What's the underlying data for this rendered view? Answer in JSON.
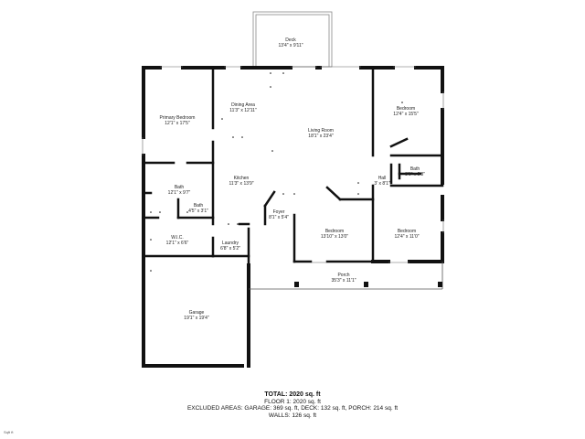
{
  "rooms": {
    "deck": {
      "name": "Deck",
      "dims": "13'4\" x 9'11\""
    },
    "primary_bedroom": {
      "name": "Primary Bedroom",
      "dims": "12'1\" x 17'5\""
    },
    "dining_area": {
      "name": "Dining Area",
      "dims": "11'3\" x 12'11\""
    },
    "living_room": {
      "name": "Living Room",
      "dims": "18'1\" x 23'4\""
    },
    "bedroom_ne": {
      "name": "Bedroom",
      "dims": "12'4\" x 15'5\""
    },
    "kitchen": {
      "name": "Kitchen",
      "dims": "11'3\" x 13'9\""
    },
    "hall": {
      "name": "Hall",
      "dims": "3' x 8'1\""
    },
    "bath_e": {
      "name": "Bath",
      "dims": "8'6\" x 5'8\""
    },
    "bath_primary": {
      "name": "Bath",
      "dims": "12'1\" x 9'7\""
    },
    "bath_small": {
      "name": "Bath",
      "dims": "4'5\" x 3'1\""
    },
    "foyer": {
      "name": "Foyer",
      "dims": "8'1\" x 5'4\""
    },
    "bedroom_center": {
      "name": "Bedroom",
      "dims": "13'10\" x 13'0\""
    },
    "bedroom_se": {
      "name": "Bedroom",
      "dims": "12'4\" x 11'0\""
    },
    "wic": {
      "name": "W.I.C.",
      "dims": "12'1\" x 6'6\""
    },
    "laundry": {
      "name": "Laundry",
      "dims": "6'8\" x 5'2\""
    },
    "porch": {
      "name": "Porch",
      "dims": "35'3\" x 11'1\""
    },
    "garage": {
      "name": "Garage",
      "dims": "19'1\" x 19'4\""
    }
  },
  "totals": {
    "total": "TOTAL: 2020 sq. ft",
    "floor": "FLOOR 1: 2020 sq. ft",
    "excluded": "EXCLUDED AREAS: GARAGE: 369 sq. ft, DECK: 132 sq. ft, PORCH: 214 sq. ft",
    "walls": "WALLS: 126 sq. ft"
  },
  "logo_text": "Sqft ft",
  "colors": {
    "wall": "#111111",
    "thin_line": "#555555",
    "background": "#ffffff"
  }
}
